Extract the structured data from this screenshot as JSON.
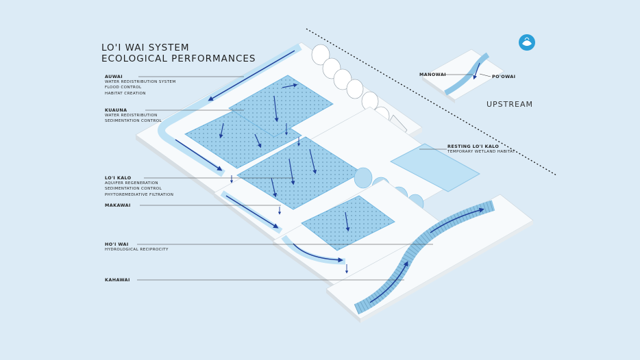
{
  "title": {
    "line1": "LO'I WAI SYSTEM",
    "line2": "ECOLOGICAL PERFORMANCES"
  },
  "upstream": "UPSTREAM",
  "labels": {
    "auwai": {
      "name": "AUWAI",
      "lines": [
        "WATER REDISTRIBUTION SYSTEM",
        "FLOOD CONTROL",
        "HABITAT CREATION"
      ]
    },
    "kuauna": {
      "name": "KUAUNA",
      "lines": [
        "WATER REDISTRIBUTION",
        "SEDIMENTATION CONTROL"
      ]
    },
    "loi_kalo": {
      "name": "LO'I KALO",
      "lines": [
        "AQUIFER REGENERATION",
        "SEDIMENTATION CONTROL",
        "PHYTOREMEDIATIVE FILTRATION"
      ]
    },
    "makawai": {
      "name": "MAKAWAI"
    },
    "hoi_wai": {
      "name": "HO'I WAI",
      "lines": [
        "HYDROLOGICAL RECIPROCITY"
      ]
    },
    "kahawai": {
      "name": "KAHAWAI"
    },
    "resting": {
      "name": "RESTING LO'I KALO",
      "lines": [
        "TEMPORARY WETLAND HABITAT"
      ]
    },
    "manowai": {
      "name": "MANOWAI"
    },
    "poowai": {
      "name": "PO'OWAI"
    }
  },
  "colors": {
    "background": "#dcebf6",
    "water": "#9fd0ec",
    "water_dark": "#6fb6e0",
    "channel": "#bfe2f5",
    "arrow": "#1f3f99",
    "badge": "#2a9fd8"
  },
  "icons": {
    "badge": "leaf-water-icon"
  }
}
